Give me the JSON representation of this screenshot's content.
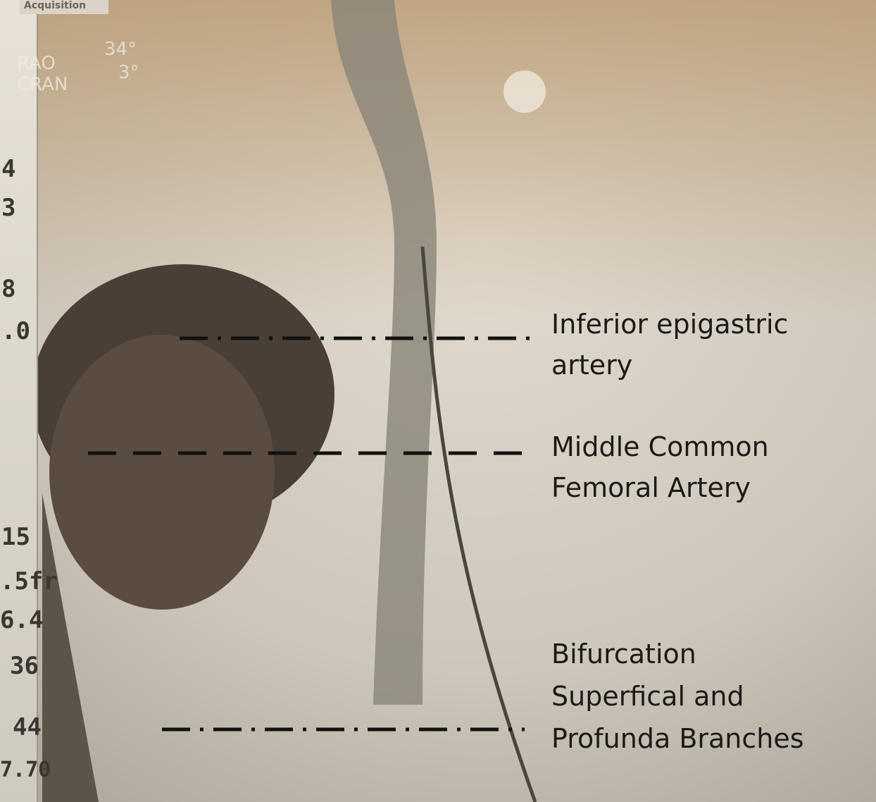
{
  "image": {
    "tab_label": "Acquisition",
    "projection": [
      "RAO",
      "CRAN"
    ],
    "angles": [
      "34°",
      "3°"
    ],
    "panel_values": [
      "4",
      "3",
      "8",
      ".0",
      "15",
      ".5fr",
      "6.4",
      "36",
      "44",
      "7.70"
    ]
  },
  "annotations": [
    {
      "lines": [
        "Inferior epigastric",
        "artery"
      ],
      "line_style": "dash-dot"
    },
    {
      "lines": [
        "Middle Common",
        "Femoral Artery"
      ],
      "line_style": "dashed"
    },
    {
      "lines": [
        "Bifurcation",
        "Superfical and",
        "Profunda Branches"
      ],
      "line_style": "dash-dot"
    }
  ]
}
